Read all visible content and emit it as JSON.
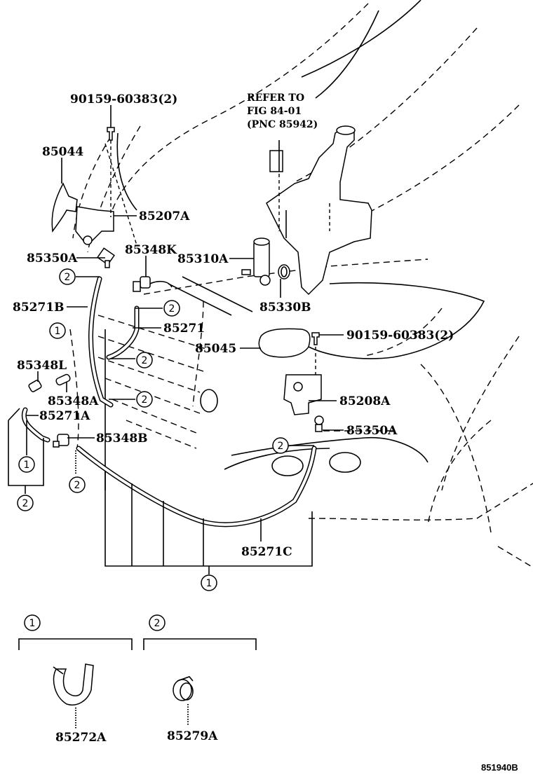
{
  "diagram": {
    "title_code": "851940B",
    "reference_note": {
      "line1": "REFER TO",
      "line2": "FIG 84-01",
      "line3": "(PNC 85942)"
    },
    "parts": {
      "bolt_top": "90159-60383(2)",
      "cap_left": "85044",
      "jet_bracket_left": "85207A",
      "nozzle_left": "85350A",
      "check_valve_k": "85348K",
      "pump_motor": "85310A",
      "grommet": "85330B",
      "hose_b": "85271B",
      "hose_main": "85271",
      "cap_right": "85045",
      "bolt_right": "90159-60383(2)",
      "check_valve_l": "85348L",
      "check_valve_a": "85348A",
      "hose_a": "85271A",
      "check_valve_b": "85348B",
      "jet_bracket_right": "85208A",
      "nozzle_right": "85350A",
      "hose_c": "85271C",
      "clamp_1": "85272A",
      "clip_2": "85279A"
    },
    "callouts": {
      "one": "1",
      "two": "2"
    },
    "legend": [
      {
        "key": "1",
        "part": "85272A"
      },
      {
        "key": "2",
        "part": "85279A"
      }
    ]
  }
}
